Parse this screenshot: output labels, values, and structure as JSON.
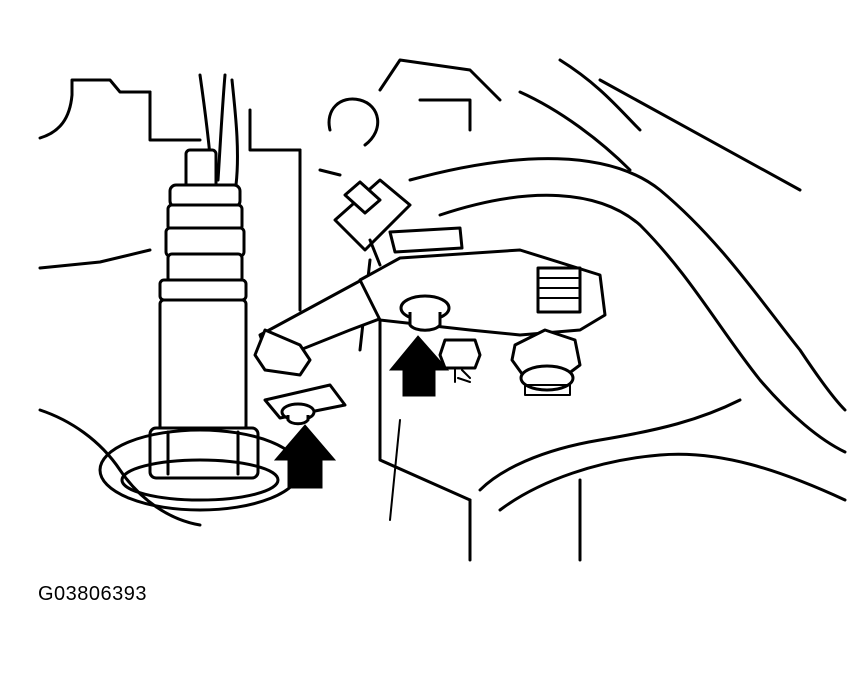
{
  "figure": {
    "code": "G03806393",
    "line_color": "#000000",
    "background_color": "#ffffff",
    "callouts": [
      {
        "name": "arrow-left-bolt",
        "direction": "up",
        "target": "bracket-lower-bolt"
      },
      {
        "name": "arrow-right-bolt",
        "direction": "up",
        "target": "bracket-upper-bolt"
      }
    ]
  }
}
